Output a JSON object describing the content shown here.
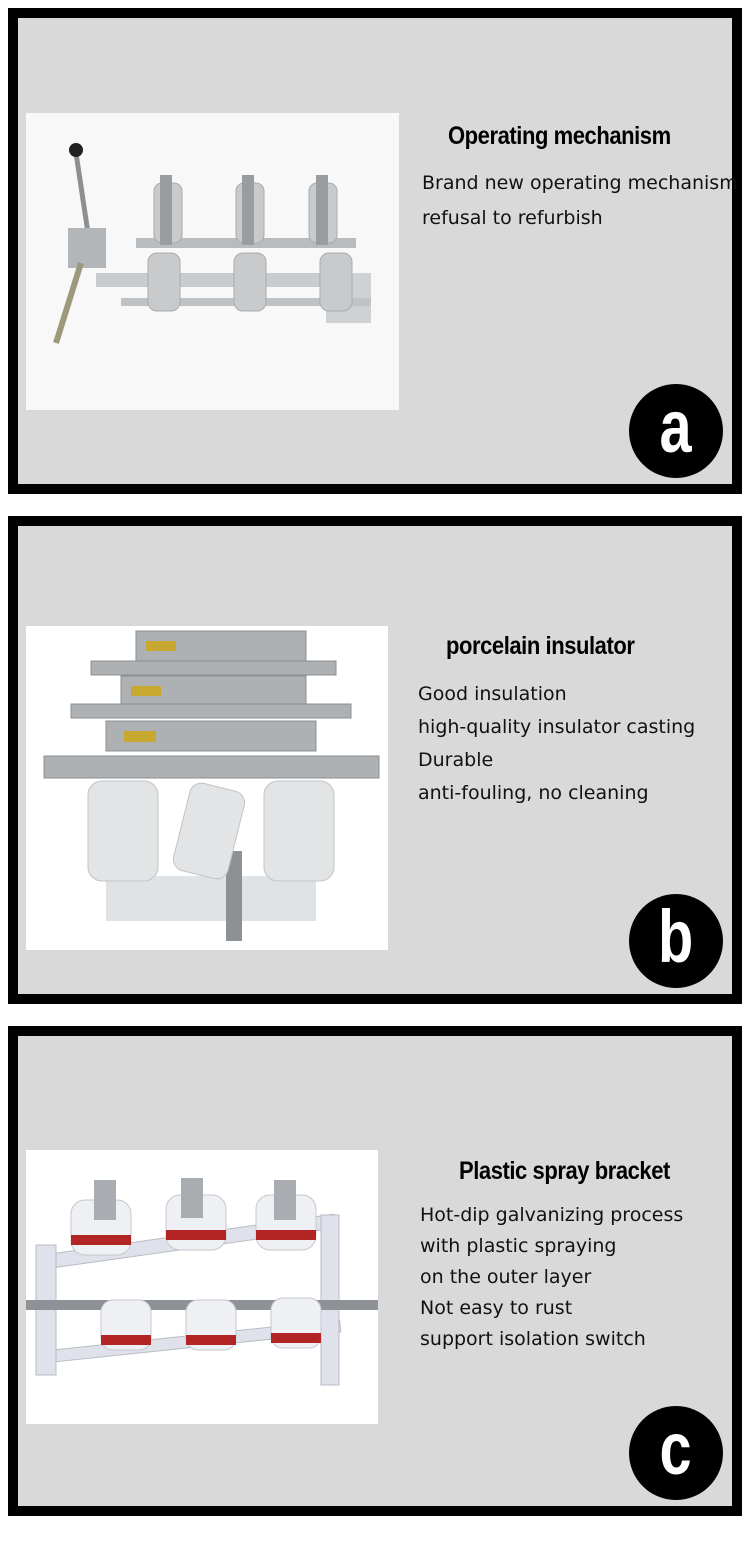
{
  "panels": [
    {
      "title": "Operating mechanism",
      "lines": [
        "Brand new operating mechanism",
        "refusal to refurbish"
      ],
      "badge": "a"
    },
    {
      "title": "porcelain insulator",
      "lines": [
        "Good insulation",
        "high-quality insulator casting",
        "Durable",
        "anti-fouling, no cleaning"
      ],
      "badge": "b"
    },
    {
      "title": "Plastic spray bracket",
      "lines": [
        "Hot-dip galvanizing process",
        "with plastic spraying",
        "on the outer layer",
        "Not easy to rust",
        "support isolation switch"
      ],
      "badge": "c"
    }
  ],
  "colors": {
    "frame": "#000000",
    "panel_bg": "#d9d9d9",
    "badge_bg": "#000000",
    "badge_fg": "#ffffff"
  }
}
